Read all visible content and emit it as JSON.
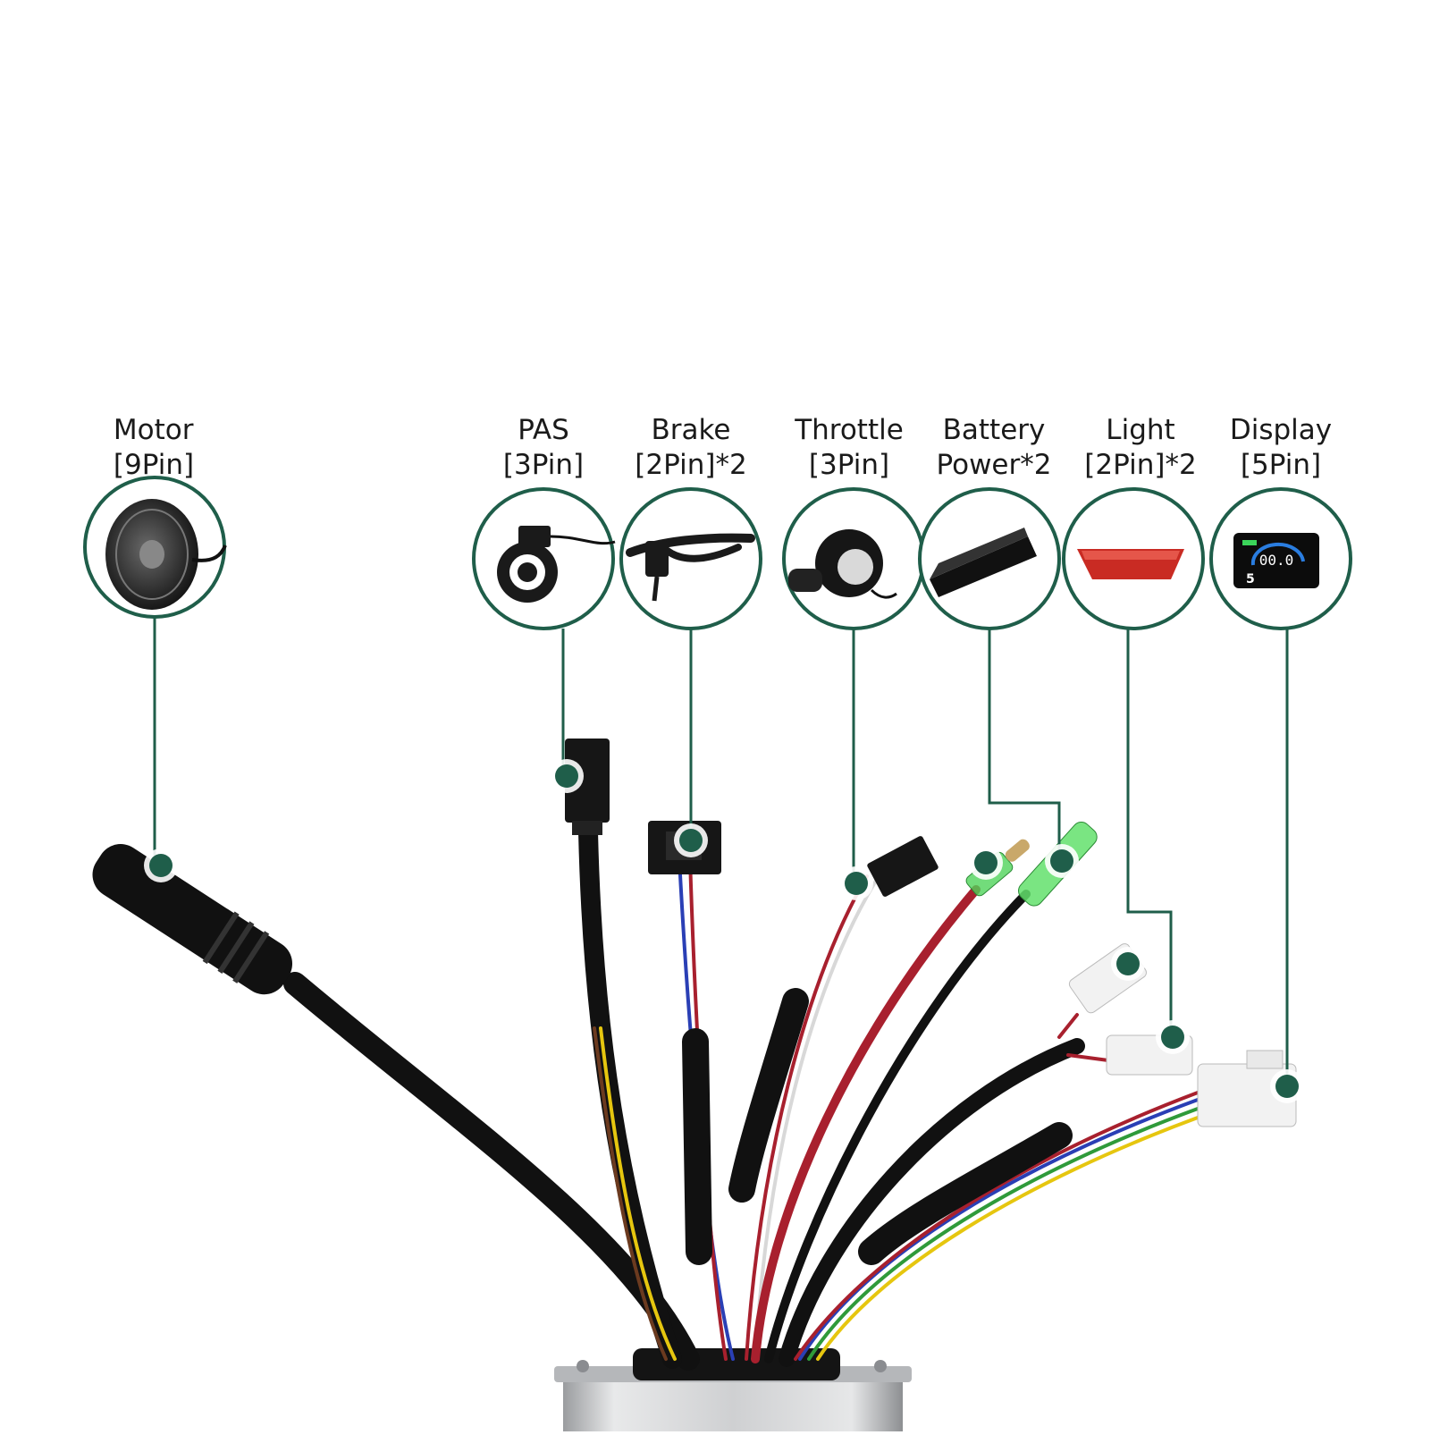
{
  "colors": {
    "accent": "#1f5e4a",
    "wire_black": "#111111",
    "wire_red": "#a8202e",
    "wire_yellow": "#e6c60f",
    "wire_blue": "#2a3fb5",
    "wire_green": "#2f9a3a",
    "controller_body": "#c9cacc"
  },
  "connectors": [
    {
      "key": "motor",
      "line1": "Motor",
      "line2": "[9Pin]",
      "icon": "hub-motor-icon"
    },
    {
      "key": "pas",
      "line1": "PAS",
      "line2": "[3Pin]",
      "icon": "pas-sensor-icon"
    },
    {
      "key": "brake",
      "line1": "Brake",
      "line2": "[2Pin]*2",
      "icon": "brake-lever-icon"
    },
    {
      "key": "throttle",
      "line1": "Throttle",
      "line2": "[3Pin]",
      "icon": "thumb-throttle-icon"
    },
    {
      "key": "battery",
      "line1": "Battery",
      "line2": "Power*2",
      "icon": "battery-pack-icon"
    },
    {
      "key": "light",
      "line1": "Light",
      "line2": "[2Pin]*2",
      "icon": "tail-light-icon"
    },
    {
      "key": "display",
      "line1": "Display",
      "line2": "[5Pin]",
      "icon": "lcd-display-icon"
    }
  ],
  "display_screen": {
    "speed": "00.0",
    "level": "5"
  }
}
